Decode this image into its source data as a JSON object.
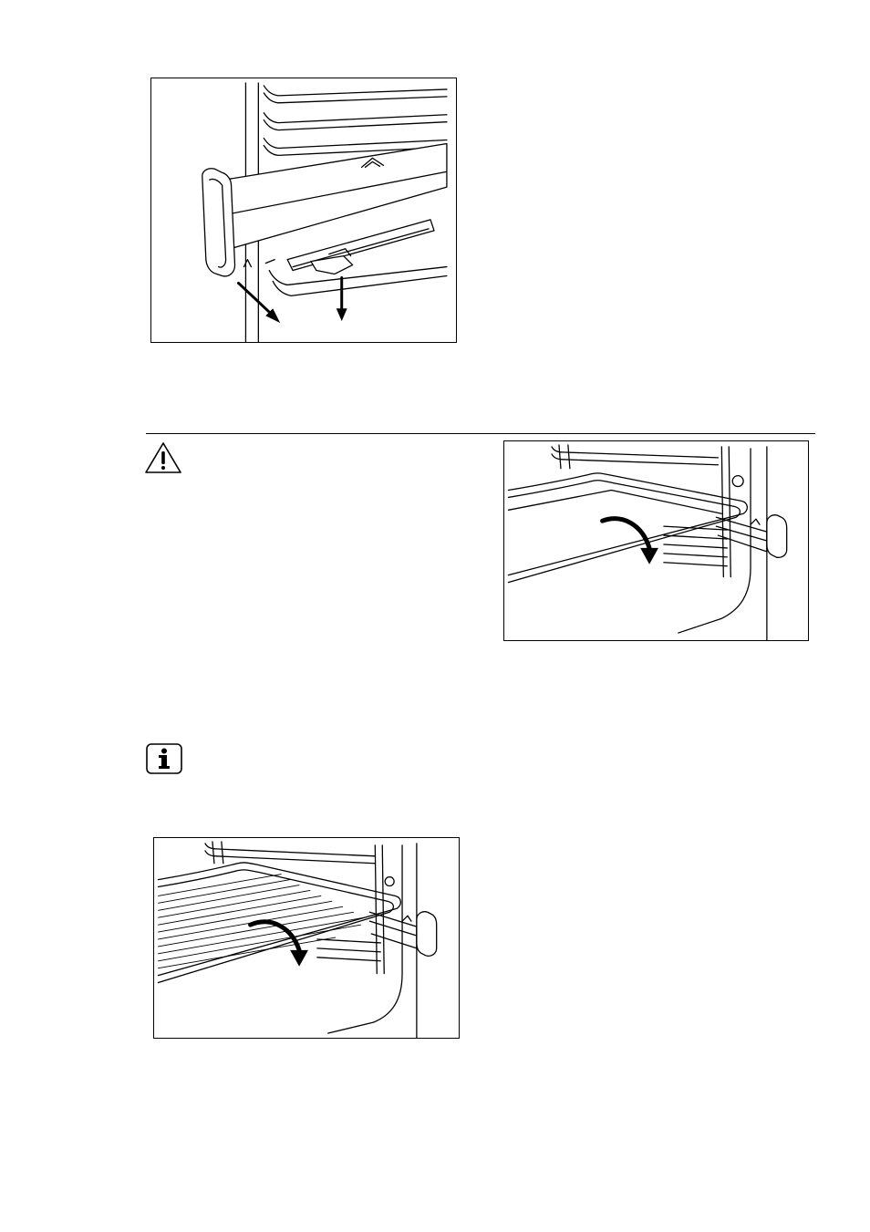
{
  "page": {
    "figures": [
      {
        "id": "telescopic-runner-removal",
        "icon": "oven-telescopic-runner-illustration"
      },
      {
        "id": "baking-tray-insertion",
        "icon": "oven-baking-tray-illustration"
      },
      {
        "id": "wire-shelf-insertion",
        "icon": "oven-wire-shelf-illustration"
      }
    ],
    "icons": {
      "warning": "warning-triangle-icon",
      "info": "information-icon"
    },
    "colors": {
      "line": "#000000",
      "background": "#ffffff"
    }
  }
}
